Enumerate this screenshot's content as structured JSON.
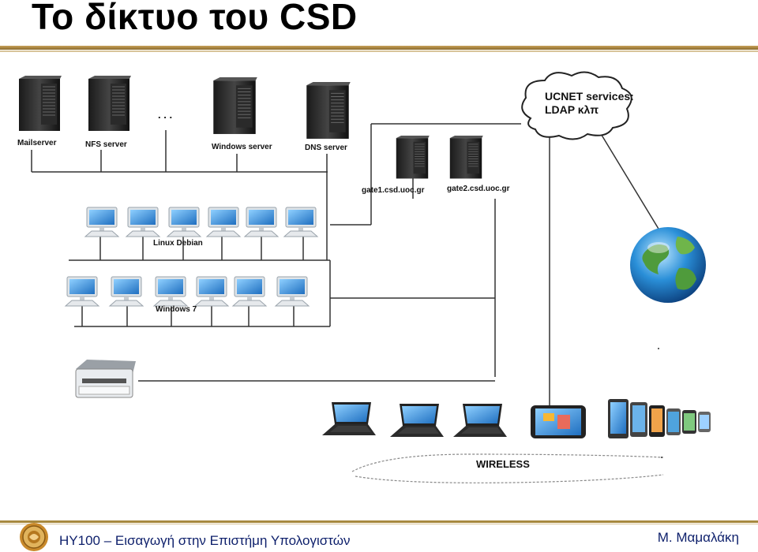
{
  "header": {
    "title": "Το δίκτυο του CSD"
  },
  "diagram": {
    "servers": [
      {
        "label": "Mailserver"
      },
      {
        "label": "NFS server"
      },
      {
        "label": "Windows server"
      },
      {
        "label": "DNS server"
      }
    ],
    "ellipsis": ". . .",
    "gateways": [
      {
        "label": "gate1.csd.uoc.gr"
      },
      {
        "label": "gate2.csd.uoc.gr"
      }
    ],
    "cloud": {
      "line1": "UCNET services:",
      "line2": "LDAP κλπ"
    },
    "linux_group_label": "Linux Debian",
    "windows_group_label": "Windows 7",
    "wireless_label": "WIRELESS"
  },
  "footer": {
    "course": "HY100 – Εισαγωγή στην Επιστήμη Υπολογιστών",
    "author": "Μ. Μαμαλάκη"
  },
  "colors": {
    "rule": "#a7893f",
    "footer_text": "#0d1f6b",
    "monitor_screen": "#3a8fd6"
  }
}
